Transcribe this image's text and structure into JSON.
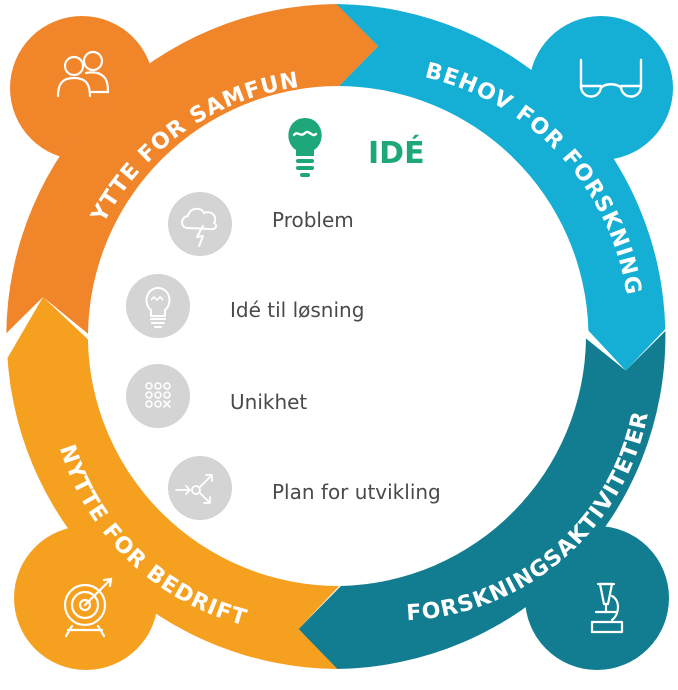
{
  "center": {
    "title": "IDÉ",
    "icon": "lightbulb-icon",
    "title_color": "#1ea77a"
  },
  "items": [
    {
      "label": "Problem",
      "icon": "storm-cloud-icon"
    },
    {
      "label": "Idé til løsning",
      "icon": "lightbulb-icon"
    },
    {
      "label": "Unikhet",
      "icon": "dot-grid-icon"
    },
    {
      "label": "Plan for utvikling",
      "icon": "arrows-plan-icon"
    }
  ],
  "segments": [
    {
      "label": "NYTTE FOR SAMFUNN",
      "color": "#f0852a",
      "icon": "people-icon"
    },
    {
      "label": "BEHOV FOR FORSKNING",
      "color": "#15aed4",
      "icon": "glasses-icon"
    },
    {
      "label": "FORSKNINGSAKTIVITETER",
      "color": "#127d90",
      "icon": "microscope-icon"
    },
    {
      "label": "NYTTE FOR BEDRIFT",
      "color": "#f6a020",
      "icon": "target-icon"
    }
  ],
  "colors": {
    "item_icon_bg": "#d4d4d4",
    "item_text": "#4a4a4a"
  }
}
